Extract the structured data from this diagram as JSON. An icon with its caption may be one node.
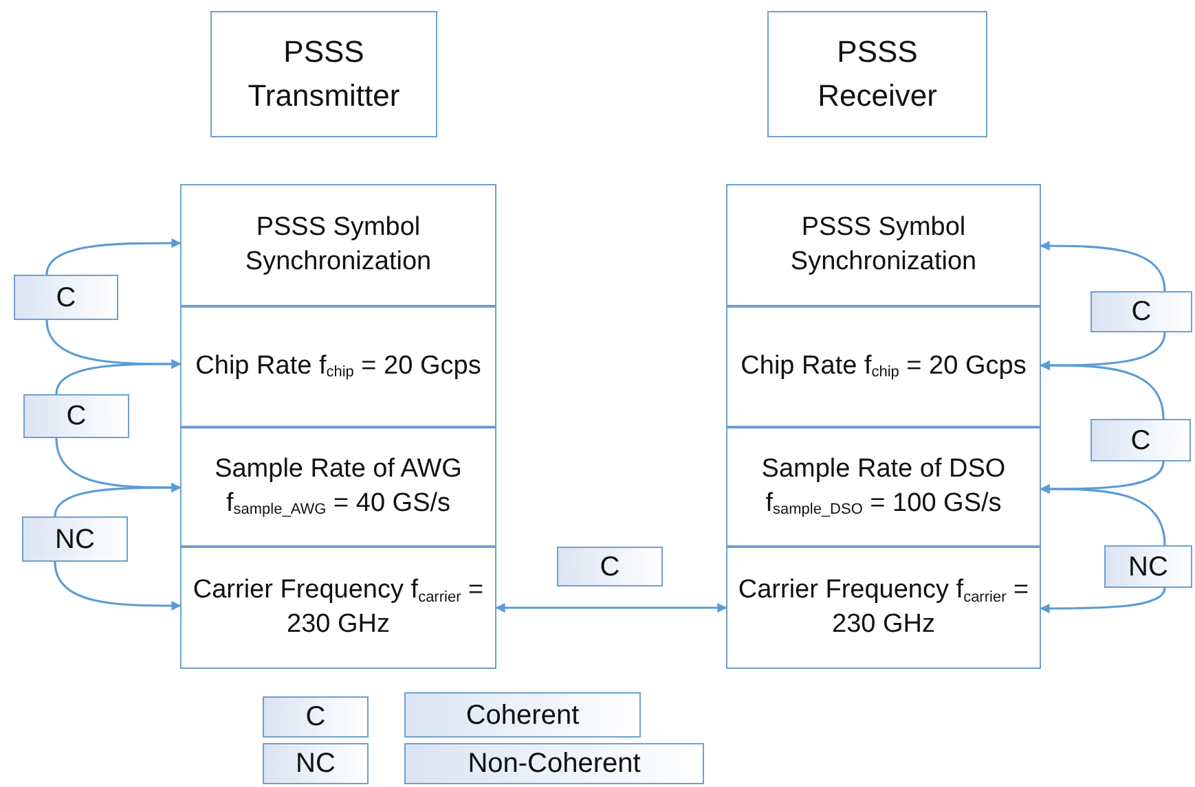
{
  "diagram": {
    "nodes": [
      {
        "text": [
          "PSSS Transmitter"
        ]
      },
      {
        "text": [
          "PSSS Symbol Synchronization"
        ]
      },
      {
        "text": [
          "Chip Rate f$_{chip}$ = 20 Gcps"
        ]
      },
      {
        "text": [
          "Sample Rate of AWG f$_{sample_AWG}$ = 40 GS/s"
        ]
      },
      {
        "text": [
          "Carrier Frequency f$_{carrier}$ = 230 GHz"
        ]
      },
      {
        "text": [
          "PSSS Receiver"
        ]
      },
      {
        "text": [
          "PSSS Symbol Synchronization"
        ]
      },
      {
        "text": [
          "Chip Rate f$_{chip}$ = 20 Gcps"
        ]
      },
      {
        "text": [
          "Sample Rate of DSO f$_{sample_DSO}$ = 100 GS/s"
        ]
      },
      {
        "text": [
          "Carrier Frequency f$_{carrier}$ = 230 GHz"
        ]
      },
      {
        "text": [
          "C"
        ]
      },
      {
        "text": [
          "C"
        ]
      },
      {
        "text": [
          "NC"
        ]
      },
      {
        "text": [
          "C"
        ]
      },
      {
        "text": [
          "C"
        ]
      },
      {
        "text": [
          "NC"
        ]
      },
      {
        "text": [
          "C"
        ]
      },
      {
        "text": [
          "C"
        ]
      },
      {
        "text": [
          "Coherent"
        ]
      },
      {
        "text": [
          "NC"
        ]
      },
      {
        "text": [
          "Non-Coherent"
        ]
      }
    ],
    "edges": [
      {
        "from": 10,
        "to": 1,
        "arrow": "to"
      },
      {
        "from": 10,
        "to": 2,
        "arrow": "to"
      },
      {
        "from": 11,
        "to": 2,
        "arrow": "to"
      },
      {
        "from": 11,
        "to": 3,
        "arrow": "to"
      },
      {
        "from": 12,
        "to": 3,
        "arrow": "to"
      },
      {
        "from": 12,
        "to": 4,
        "arrow": "to"
      },
      {
        "from": 13,
        "to": 6,
        "arrow": "to"
      },
      {
        "from": 13,
        "to": 7,
        "arrow": "to"
      },
      {
        "from": 14,
        "to": 7,
        "arrow": "to"
      },
      {
        "from": 14,
        "to": 8,
        "arrow": "to"
      },
      {
        "from": 15,
        "to": 8,
        "arrow": "to"
      },
      {
        "from": 15,
        "to": 9,
        "arrow": "to"
      },
      {
        "from": 4,
        "to": 9,
        "arrow": "both"
      }
    ]
  }
}
